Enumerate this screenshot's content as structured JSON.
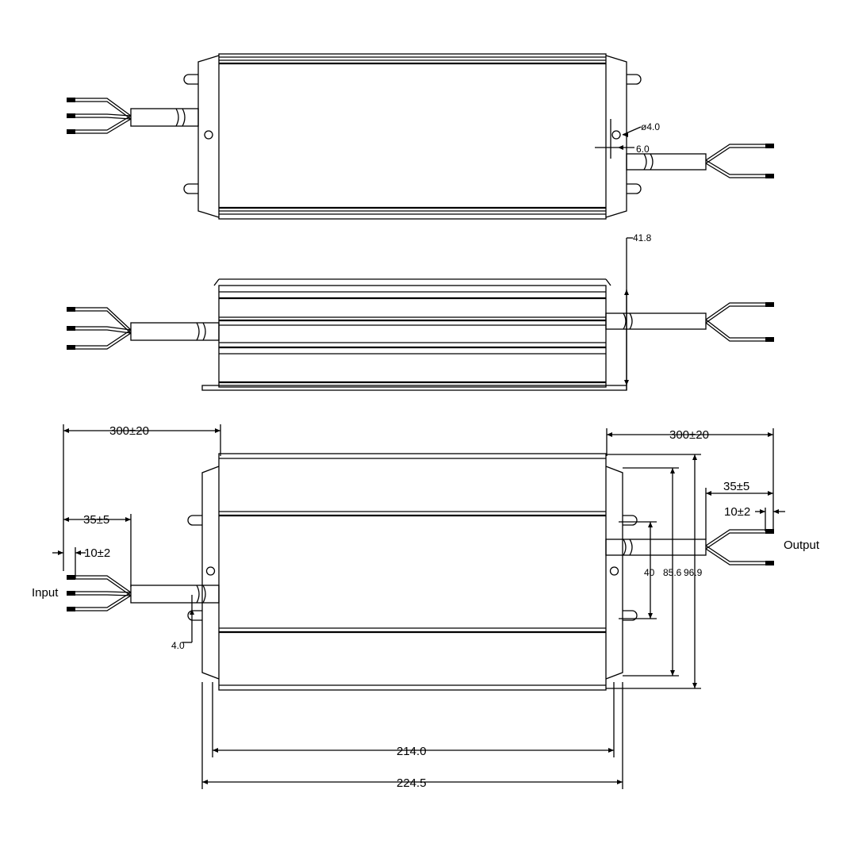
{
  "drawing": {
    "top_view": {
      "hole_diameter": "ø4.0",
      "hole_offset": "6.0"
    },
    "side_view": {
      "height": "41.8"
    },
    "bottom_view": {
      "input_label": "Input",
      "output_label": "Output",
      "input_cable_length": "300±20",
      "input_strip_length": "35±5",
      "input_wire_end": "10±2",
      "output_cable_length": "300±20",
      "output_strip_length": "35±5",
      "output_wire_end": "10±2",
      "slot_width": "4.0",
      "hole_spacing": "40",
      "inner_width": "85.6",
      "overall_width": "96.9",
      "hole_pitch_length": "214.0",
      "overall_length": "224.5"
    }
  }
}
